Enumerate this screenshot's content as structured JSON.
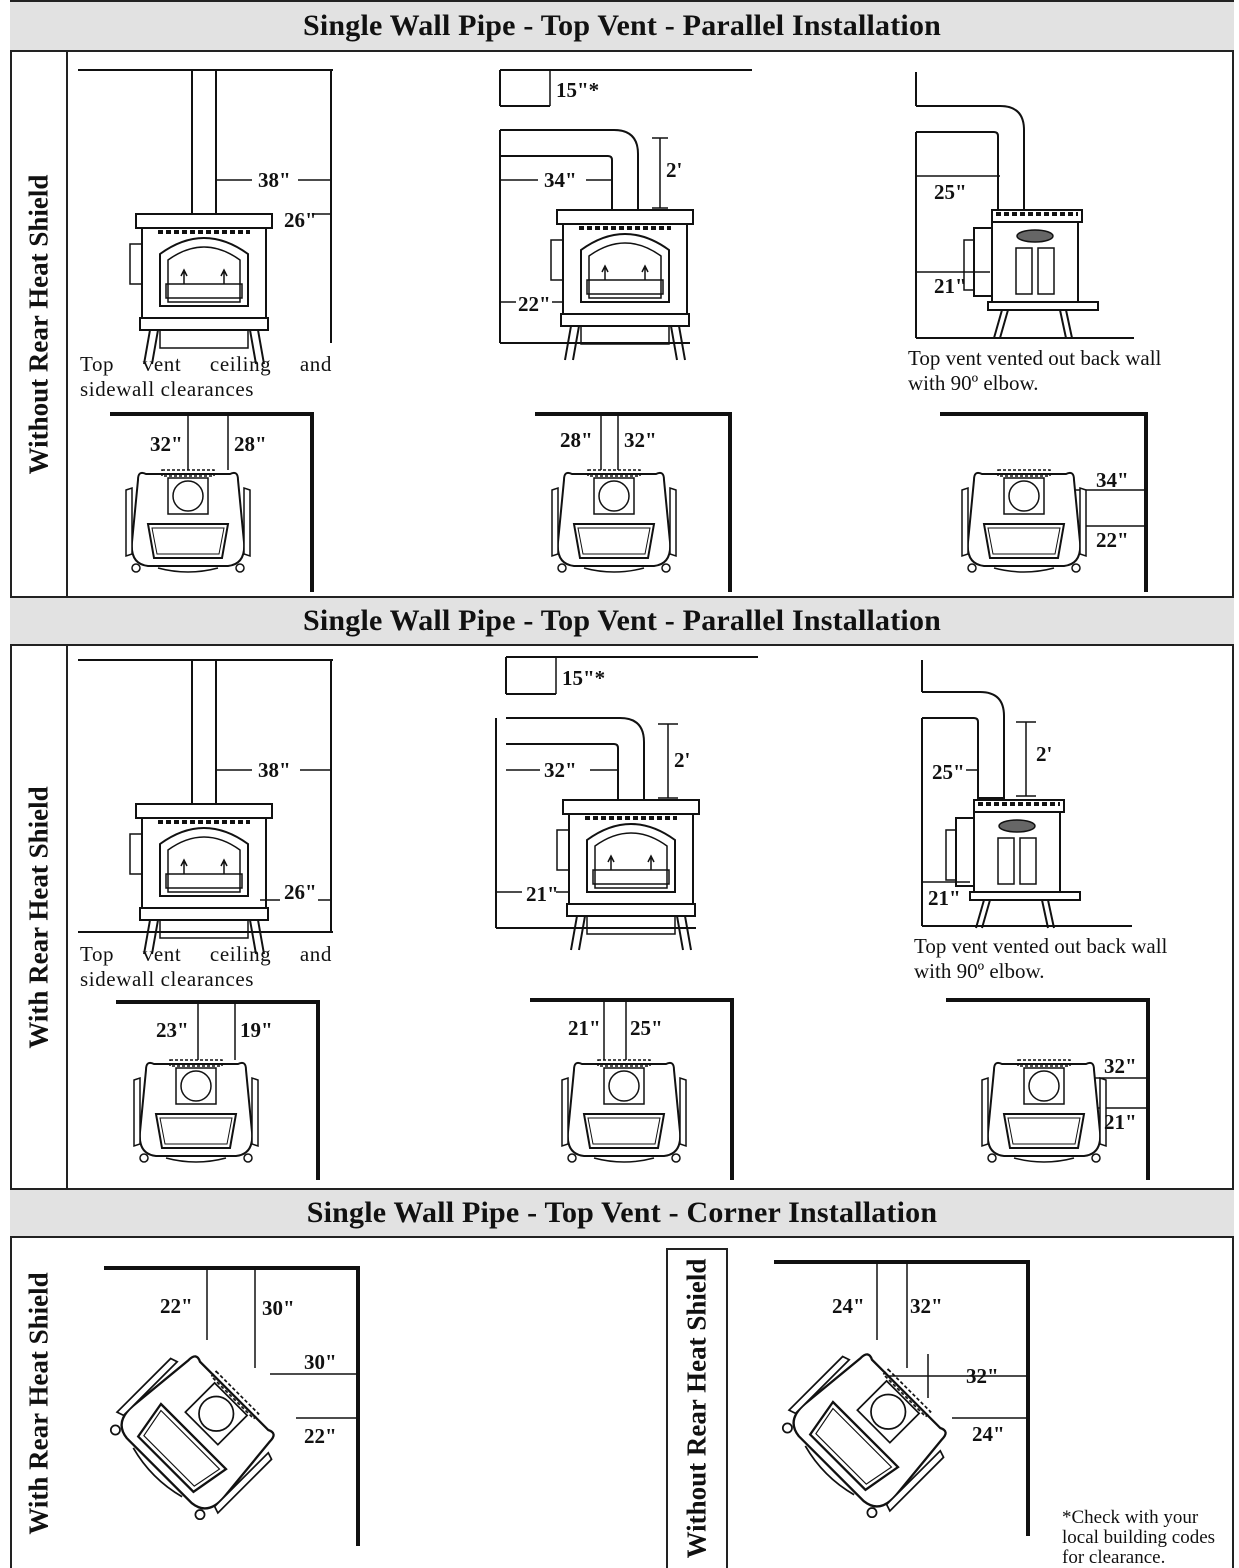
{
  "sections": [
    {
      "title": "Single Wall  Pipe -  Top Vent  - Parallel Installation",
      "side": "Without Rear Heat Shield"
    },
    {
      "title": "Single Wall  Pipe -  Top Vent  - Parallel Installation",
      "side": "With Rear Heat Shield"
    },
    {
      "title": "Single Wall  Pipe -  Top Vent  - Corner Installation",
      "side": "With Rear Heat Shield",
      "side_right": "Without Rear Heat Shield"
    }
  ],
  "captions": {
    "ceiling_sidewall": "Top vent ceiling and sidewall clearances",
    "back_wall_line1": "Top vent vented out back wall",
    "back_wall_line2": "with 90º elbow."
  },
  "labels": {
    "s1": {
      "a": "38\"",
      "b": "26\"",
      "c": "15\"*",
      "d": "34\"",
      "e": "2'",
      "f": "22\"",
      "g": "25\"",
      "h": "21\"",
      "p1a": "32\"",
      "p1b": "28\"",
      "p2a": "28\"",
      "p2b": "32\"",
      "p3a": "34\"",
      "p3b": "22\""
    },
    "s2": {
      "a": "38\"",
      "b": "26\"",
      "c": "15\"*",
      "d": "32\"",
      "e": "2'",
      "f": "21\"",
      "g": "25\"",
      "g2": "2'",
      "h": "21\"",
      "p1a": "23\"",
      "p1b": "19\"",
      "p2a": "21\"",
      "p2b": "25\"",
      "p3a": "32\"",
      "p3b": "21\""
    },
    "s3": {
      "a": "22\"",
      "b": "30\"",
      "c": "30\"",
      "d": "22\"",
      "e": "24\"",
      "f": "32\"",
      "g": "32\"",
      "h": "24\""
    }
  },
  "footnote": [
    "*Check with your",
    "local building codes",
    "for clearance."
  ]
}
